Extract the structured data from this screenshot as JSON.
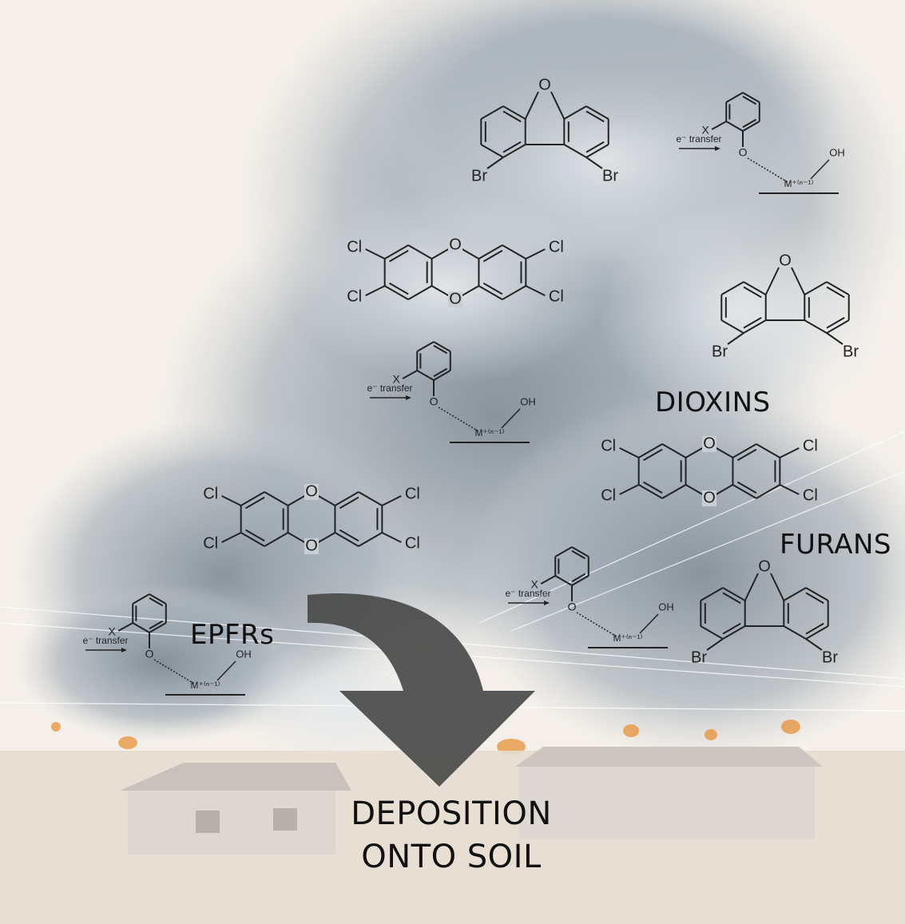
{
  "labels": {
    "dioxins": "DIOXINS",
    "furans": "FURANS",
    "epfrs": "EPFRs",
    "deposition_line1": "DEPOSITION",
    "deposition_line2": "ONTO SOIL"
  },
  "molecules": {
    "dioxin": {
      "oxygen": "O",
      "halogen": "Cl"
    },
    "furan": {
      "oxygen": "O",
      "halogen": "Br"
    },
    "epfr": {
      "substituent": "X",
      "transfer": "e⁻ transfer",
      "oxygen": "O",
      "hydroxyl": "OH",
      "metal": "M⁺⁽ⁿ⁻¹⁾"
    }
  },
  "colors": {
    "arrow": "#4a4a4a",
    "smoke": "#8f9aa3",
    "sky": "#f4efe9",
    "ground": "#e6ddd2",
    "fire": "#e8913a"
  }
}
